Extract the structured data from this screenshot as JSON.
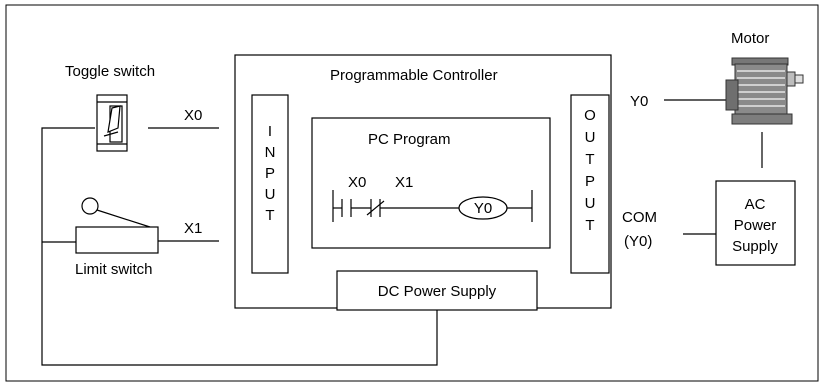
{
  "labels": {
    "toggle_switch": "Toggle switch",
    "limit_switch": "Limit switch",
    "x0": "X0",
    "x1": "X1",
    "controller_title": "Programmable Controller",
    "input_letters": [
      "I",
      "N",
      "P",
      "U",
      "T"
    ],
    "output_letters": [
      "O",
      "U",
      "T",
      "P",
      "U",
      "T"
    ],
    "pc_program": "PC Program",
    "ladder_x0": "X0",
    "ladder_x1": "X1",
    "ladder_coil": "Y0",
    "dc_power_supply": "DC Power Supply",
    "y0": "Y0",
    "com": "COM",
    "com_y0": "(Y0)",
    "motor": "Motor",
    "ac_power_supply": [
      "AC",
      "Power",
      "Supply"
    ]
  },
  "icons": {
    "toggle": "toggle-switch-icon",
    "limit": "limit-switch-icon",
    "motor": "motor-icon"
  }
}
